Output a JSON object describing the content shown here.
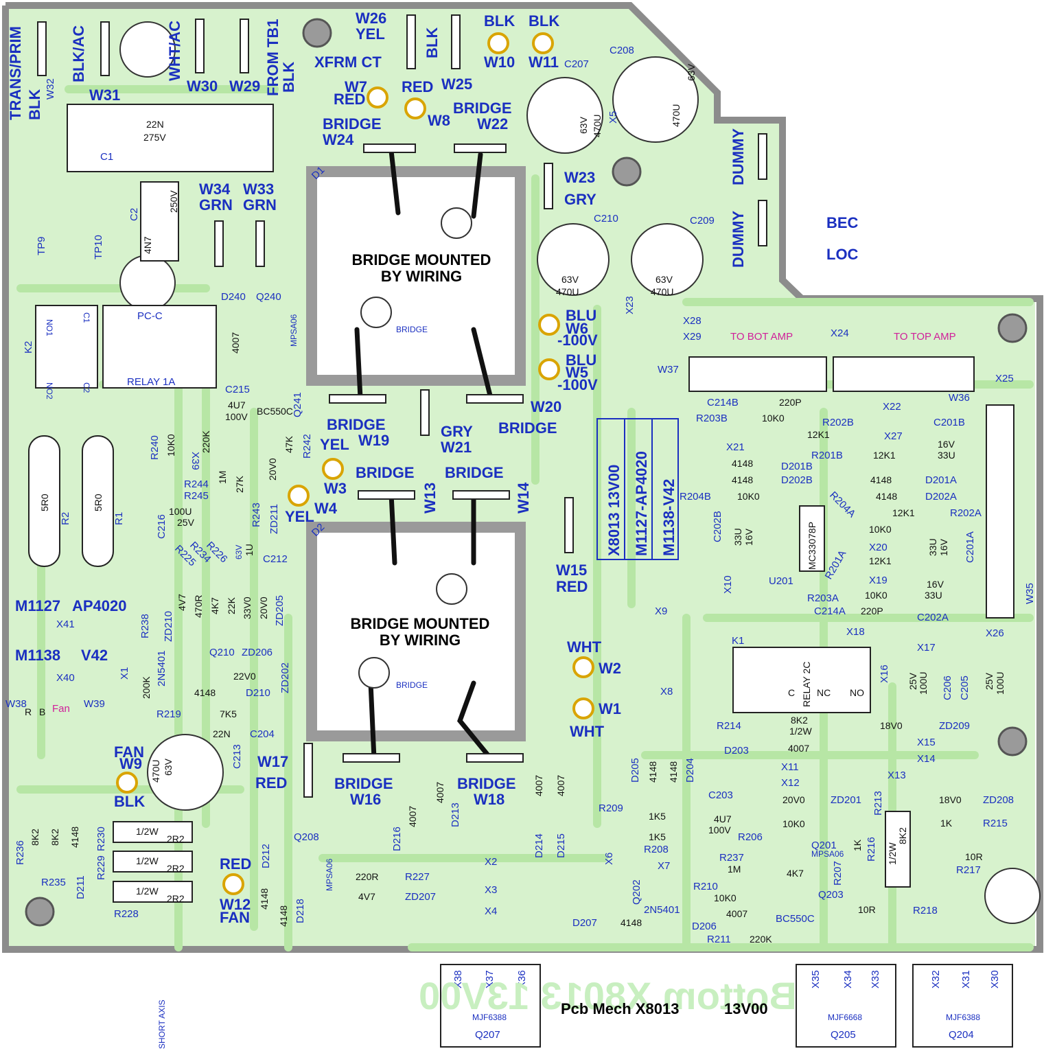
{
  "board": {
    "footer_ghost": "Bottom X8013   13V00",
    "footer_label": "Pcb Mech X8013",
    "footer_rev": "13V00",
    "short_axis": "SHORT AXIS"
  },
  "version_box": {
    "line1": "X8013   13V00",
    "line2": "M1127-AP4020",
    "line3": "M1138-V42"
  },
  "models": {
    "m1127": "M1127",
    "ap4020": "AP4020",
    "x41": "X41",
    "m1138": "M1138",
    "v42": "V42",
    "x40": "X40"
  },
  "bridges": [
    {
      "line1": "BRIDGE MOUNTED",
      "line2": "BY WIRING",
      "small": "BRIDGE",
      "ref": "D1"
    },
    {
      "line1": "BRIDGE MOUNTED",
      "line2": "BY WIRING",
      "small": "BRIDGE",
      "ref": "D2"
    }
  ],
  "wire_labels": {
    "trans_prim": "TRANS/PRIM",
    "blk_w32": "BLK",
    "w32": "W32",
    "blk_ac": "BLK/AC",
    "w31": "W31",
    "wht_ac": "WHT/AC",
    "w30": "W30",
    "w29": "W29",
    "from_tb1": "FROM TB1",
    "blk_tb1": "BLK",
    "w26": "W26",
    "yel": "YEL",
    "xfrm_ct": "XFRM CT",
    "blk_w25": "BLK",
    "w25": "W25",
    "blk_w10": "BLK",
    "w10": "W10",
    "blk_w11": "BLK",
    "w11": "W11",
    "w7": "W7",
    "red_w7": "RED",
    "red_w8": "RED",
    "w8": "W8",
    "bridge_w24": "BRIDGE",
    "w24": "W24",
    "bridge_w22": "BRIDGE",
    "w22": "W22",
    "w23": "W23",
    "gry_w23": "GRY",
    "w34": "W34",
    "w33": "W33",
    "grn1": "GRN",
    "grn2": "GRN",
    "dummy1": "DUMMY",
    "dummy2": "DUMMY",
    "bec": "BEC",
    "loc": "LOC",
    "blu_w6": "BLU",
    "w6": "W6",
    "v_w6": "-100V",
    "blu_w5": "BLU",
    "w5": "W5",
    "v_w5": "-100V",
    "bridge_w19": "BRIDGE",
    "w19": "W19",
    "gry_w21": "GRY",
    "w21": "W21",
    "w20": "W20",
    "bridge_w20": "BRIDGE",
    "yel_w3": "YEL",
    "w3": "W3",
    "yel_w4": "YEL",
    "w4": "W4",
    "bridge_w13": "BRIDGE",
    "w13": "W13",
    "bridge_w14": "BRIDGE",
    "w14": "W14",
    "w15": "W15",
    "red_w15": "RED",
    "wht_w2": "WHT",
    "w2": "W2",
    "w1": "W1",
    "wht_w1": "WHT",
    "w17": "W17",
    "red_w17": "RED",
    "bridge_w16": "BRIDGE",
    "w16": "W16",
    "bridge_w18": "BRIDGE",
    "w18": "W18",
    "fan_w9": "FAN",
    "w9": "W9",
    "blk_w9": "BLK",
    "red_w12": "RED",
    "w12": "W12",
    "fan_w12": "FAN",
    "w38": "W38",
    "fan": "Fan",
    "w39": "W39",
    "r": "R",
    "b": "B",
    "to_bot_amp": "TO BOT AMP",
    "to_top_amp": "TO TOP AMP",
    "w37": "W37",
    "w36": "W36",
    "w35": "W35"
  },
  "components": {
    "c1": "C1",
    "c1_val": "22N",
    "c1_v": "275V",
    "c2": "C2",
    "c2_val": "4N7",
    "c2_v": "250V",
    "tp9": "TP9",
    "tp10": "TP10",
    "pc_c": "PC-C",
    "k2": "K2",
    "relay1a": "RELAY 1A",
    "no1": "NO1",
    "c1p": "C1",
    "no2": "NO2",
    "c2p": "C2",
    "r2": "R2",
    "r2_val": "5R0",
    "r1": "R1",
    "r1_val": "5R0",
    "d240": "D240",
    "d240_val": "4007",
    "q240": "Q240",
    "q240_val": "MPSA06",
    "c215": "C215",
    "c215_val": "4U7",
    "c215_v": "100V",
    "q241": "Q241",
    "q241_val": "BC550C",
    "r240": "R240",
    "r240_val": "10K0",
    "x39": "X39",
    "r244": "R244",
    "r244_val": "220K",
    "r245": "R245",
    "r245_val": "1M",
    "r243": "R243",
    "r243_val": "27K",
    "zd211": "ZD211",
    "zd211_val": "20V0",
    "r242": "R242",
    "r242_val": "47K",
    "c216": "C216",
    "c216_val": "100U",
    "c216_v": "25V",
    "r225": "R225",
    "r234": "R234",
    "r226": "R226",
    "c212": "C212",
    "c212_val": "1U",
    "c212_v": "63V",
    "zd210": "ZD210",
    "zd210_val": "4V7",
    "r_470": "470R",
    "r_4k7": "4K7",
    "r_22k": "22K",
    "r_33v": "33V0",
    "r_20v": "20V0",
    "zd205": "ZD205",
    "r238": "R238",
    "r238_val": "200K",
    "x1": "X1",
    "d_2n5401": "2N5401",
    "q210": "Q210",
    "zd206": "ZD206",
    "zd202": "ZD202",
    "zd202_val": "22V0",
    "d210": "D210",
    "d210_val": "4148",
    "r219": "R219",
    "r219_val": "7K5",
    "c204": "C204",
    "c204_val": "22N",
    "c213": "C213",
    "c213_val": "470U",
    "c213_v": "63V",
    "r236": "R236",
    "r236_val": "8K2",
    "r8k2b": "8K2",
    "d211": "D211",
    "d211_val": "4148",
    "r235": "R235",
    "r230": "R230",
    "r229": "R229",
    "r228": "R228",
    "half_w": "1/2W",
    "r2r2": "2R2",
    "d212": "D212",
    "d218": "D218",
    "d_4148": "4148",
    "q208": "Q208",
    "q208_val": "MPSA06",
    "r227": "R227",
    "r227_val": "220R",
    "zd207": "ZD207",
    "zd207_val": "4V7",
    "d216": "D216",
    "d213": "D213",
    "d214": "D214",
    "d215": "D215",
    "d_4007": "4007",
    "x2": "X2",
    "x3": "X3",
    "x4": "X4",
    "x6": "X6",
    "x7": "X7",
    "x8": "X8",
    "x9": "X9",
    "x10": "X10",
    "c207": "C207",
    "c208": "C208",
    "c209": "C209",
    "c210": "C210",
    "cap_63v": "63V",
    "cap_470u": "470U",
    "x5": "X5",
    "x23": "X23",
    "x28": "X28",
    "x29": "X29",
    "x24": "X24",
    "x25": "X25",
    "x22": "X22",
    "x21": "X21",
    "c214b": "C214B",
    "c214b_val": "220P",
    "r203b": "R203B",
    "r203b_val": "10K0",
    "r202b": "R202B",
    "r202b_val": "12K1",
    "x27": "X27",
    "c201b": "C201B",
    "c201b_val": "33U",
    "c201b_v": "16V",
    "r201b": "R201B",
    "r201b_val": "12K1",
    "d201b": "D201B",
    "d202b": "D202B",
    "d201a": "D201A",
    "d202a": "D202A",
    "r204b": "R204B",
    "r204b_val": "10K0",
    "r204a": "R204A",
    "r202a": "R202A",
    "r202a_val": "12K1",
    "c202b": "C202B",
    "c202b_val": "33U",
    "c202b_v": "16V",
    "u201": "U201",
    "u201_val": "MC33078P",
    "x20": "X20",
    "x19": "X19",
    "r201a": "R201A",
    "r201a_val": "12K1",
    "c201a": "C201A",
    "c201a_val": "33U",
    "c201a_v": "16V",
    "r203a": "R203A",
    "r203a_val": "10K0",
    "c214a": "C214A",
    "c214a_val": "220P",
    "c202a": "C202A",
    "c202a_val": "33U",
    "c202a_v": "16V",
    "x18": "X18",
    "x26": "X26",
    "x17": "X17",
    "x16": "X16",
    "k1": "K1",
    "relay2c": "RELAY 2C",
    "k1_c": "C",
    "k1_nc": "NC",
    "k1_no": "NO",
    "c206": "C206",
    "c205": "C205",
    "cap_100u": "100U",
    "cap_25v": "25V",
    "r214": "R214",
    "r214_val": "8K2",
    "r214_w": "1/2W",
    "zd209": "ZD209",
    "zd209_val": "18V0",
    "d203": "D203",
    "d203_val": "4007",
    "x15": "X15",
    "x14": "X14",
    "x11": "X11",
    "x12": "X12",
    "x13": "X13",
    "d205": "D205",
    "d204": "D204",
    "c203": "C203",
    "c203_val": "4U7",
    "c203_v": "100V",
    "zd201": "ZD201",
    "zd201_val": "20V0",
    "r213": "R213",
    "r213_val": "8K2",
    "r213_w": "1/2W",
    "zd208": "ZD208",
    "zd208_val": "18V0",
    "r215": "R215",
    "r215_val": "1K",
    "r209": "R209",
    "r209_val": "1K5",
    "r208": "R208",
    "r208_val": "1K5",
    "r206": "R206",
    "r206_val": "10K0",
    "q201": "Q201",
    "q201_val": "MPSA06",
    "r216": "R216",
    "r216_val": "1K",
    "r237": "R237",
    "r237_val": "1M",
    "r207": "R207",
    "r207_val": "4K7",
    "r217": "R217",
    "r217_val": "10R",
    "q202": "Q202",
    "q202_val": "2N5401",
    "r210": "R210",
    "r210_val": "10K0",
    "q203": "Q203",
    "q203_val": "BC550C",
    "r218": "R218",
    "r218_val": "10R",
    "d207": "D207",
    "d207_val": "4148",
    "d206": "D206",
    "d206_val": "4007",
    "r211": "R211",
    "r211_val": "220K",
    "x38": "X38",
    "x37": "X37",
    "x36": "X36",
    "x35": "X35",
    "x34": "X34",
    "x33": "X33",
    "x32": "X32",
    "x31": "X31",
    "x30": "X30",
    "q207": "Q207",
    "q207_val": "MJF6388",
    "q205": "Q205",
    "q205_val": "MJF6668",
    "q204": "Q204",
    "q204_val": "MJF6388"
  },
  "colors": {
    "pad": "#b8e8a6",
    "trace": "#cdeec1",
    "text": "#1a2fc0",
    "outline": "#8c8c8c",
    "pink": "#d0209a"
  }
}
